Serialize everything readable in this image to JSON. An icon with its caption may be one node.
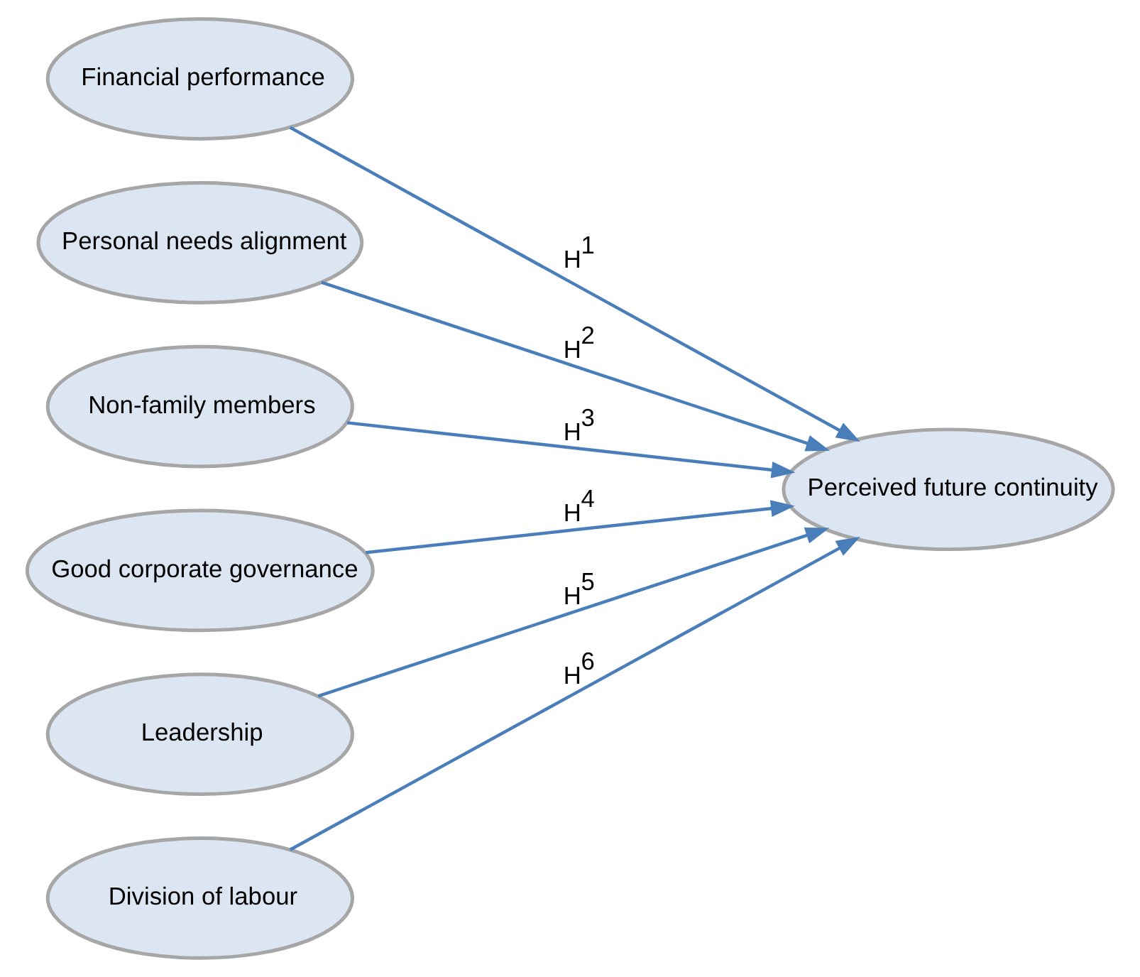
{
  "diagram": {
    "nodes": [
      {
        "text": [
          "Financial performance"
        ]
      },
      {
        "text": [
          "Personal needs alignment"
        ]
      },
      {
        "text": [
          "Non-family members"
        ]
      },
      {
        "text": [
          "Good corporate governance"
        ]
      },
      {
        "text": [
          "Leadership"
        ]
      },
      {
        "text": [
          "Division of labour"
        ]
      },
      {
        "text": [
          "Perceived future continuity"
        ]
      }
    ],
    "edges": [
      {
        "from": 0,
        "to": 6,
        "arrow": "to",
        "label": "H$^{1}$"
      },
      {
        "from": 1,
        "to": 6,
        "arrow": "to",
        "label": "H$^{2}$"
      },
      {
        "from": 2,
        "to": 6,
        "arrow": "to",
        "label": "H$^{3}$"
      },
      {
        "from": 3,
        "to": 6,
        "arrow": "to",
        "label": "H$^{4}$"
      },
      {
        "from": 4,
        "to": 6,
        "arrow": "to",
        "label": "H$^{5}$"
      },
      {
        "from": 5,
        "to": 6,
        "arrow": "to",
        "label": "H$^{6}$"
      }
    ]
  }
}
